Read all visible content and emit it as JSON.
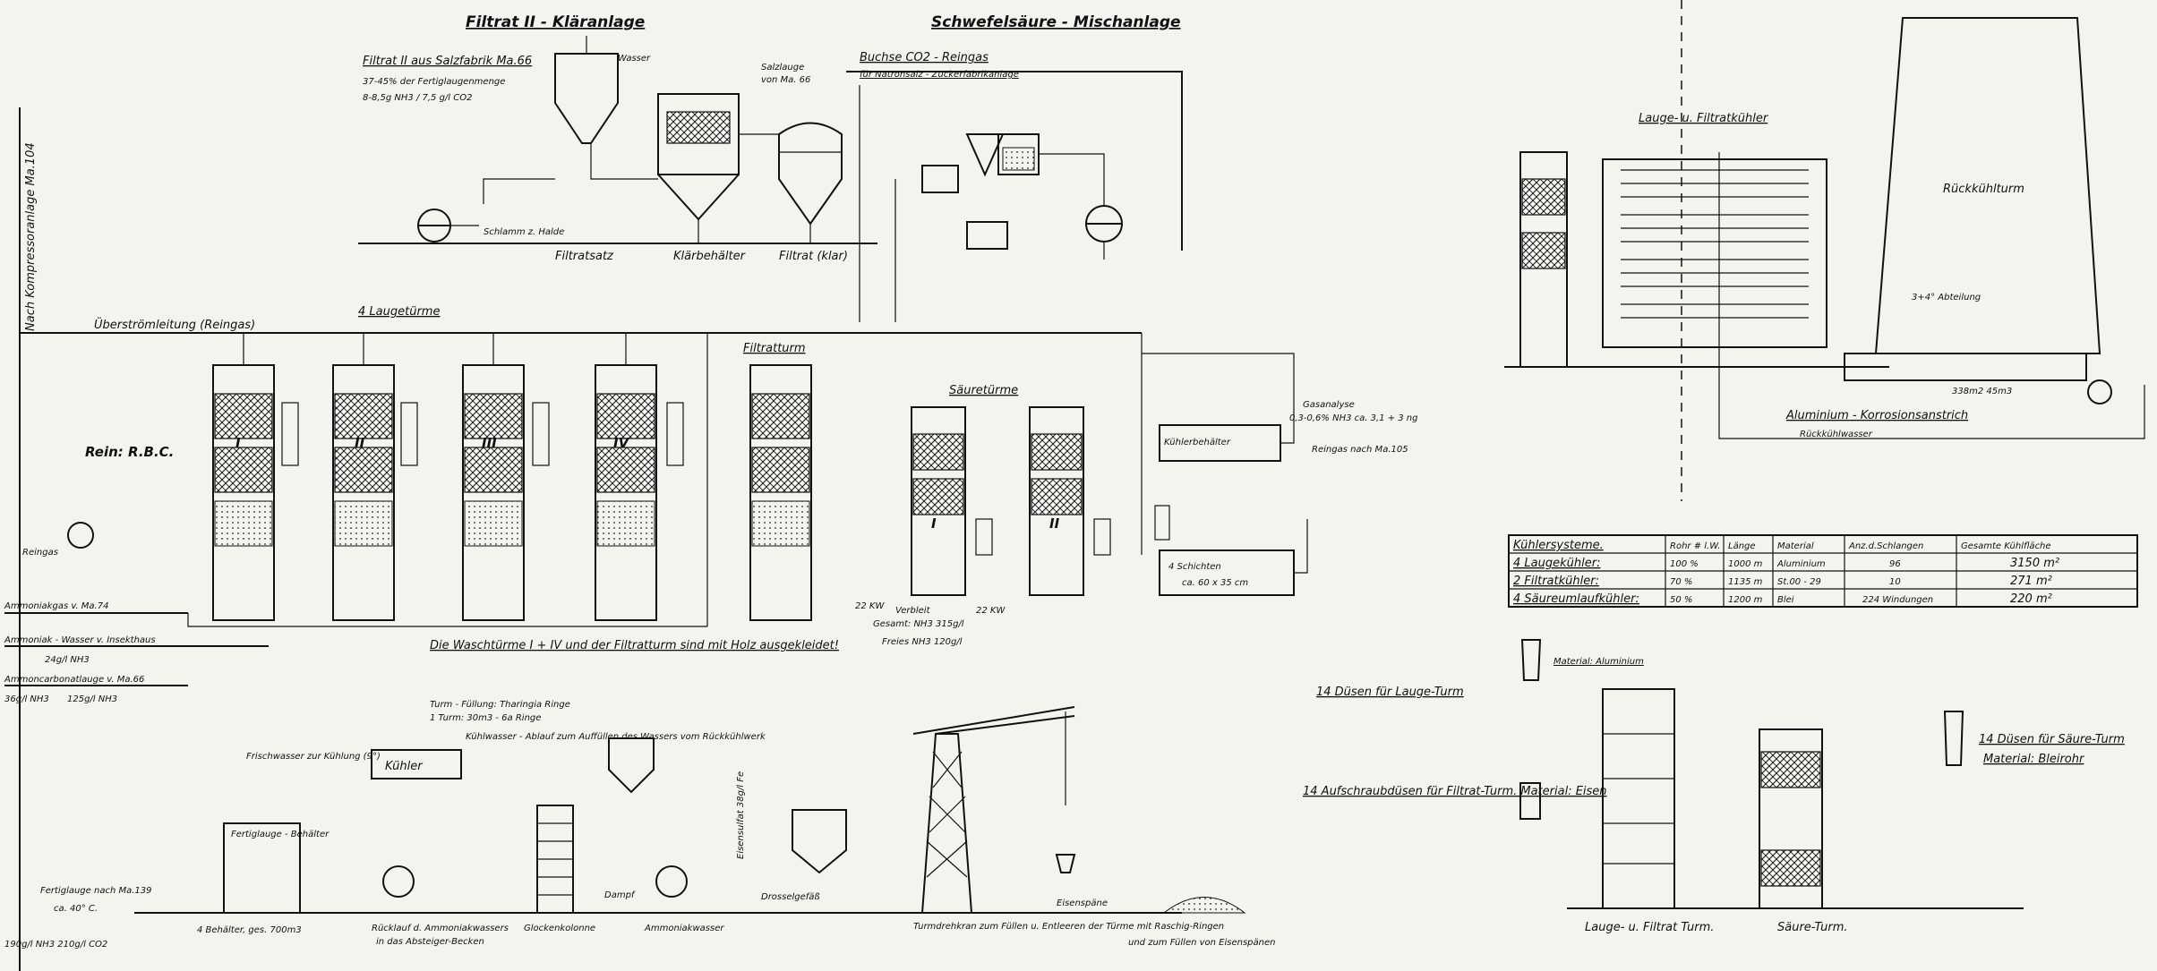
{
  "titles": {
    "filtrat": "Filtrat II - Kläranlage",
    "schwefel": "Schwefelsäure - Mischanlage",
    "lauge_kuehler": "Lauge- u. Filtratkühler",
    "ueberstroem": "Überströmleitung (Reingas)",
    "laugetuerme": "4 Laugetürme",
    "filtratturm": "Filtratturm",
    "saeuretuerme": "Säuretürme",
    "rueckkuehlturm": "Rückkühlturm"
  },
  "labels": {
    "filtrat_sub": "Filtrat II aus Salzfabrik Ma.66",
    "filtrat_pct": "37-45% der Fertiglaugenmenge",
    "filtrat_comp": "8-8,5g NH3  /  7,5 g/l CO2",
    "wasser": "Wasser",
    "schlamm": "Schlamm z. Halde",
    "filtratsatz": "Filtratsatz",
    "klaerbehaelter": "Klärbehälter",
    "filtrat_klar": "Filtrat (klar)",
    "salzlauge": "Salzlauge",
    "salzlauge_from": "von Ma. 66",
    "buechse": "Buchse CO2 - Reingas",
    "buechse2": "für Natronsalz - Zuckerfabrikanlage",
    "reingas_nach": "Reingas nach Ma.105",
    "nach_kompr": "Nach Kompressoranlage Ma.104",
    "reinigas": "Rein: R.B.C.",
    "reingas": "Reingas",
    "ammoniakgas": "Ammoniakgas v. Ma.74",
    "ammoniak_wasser": "Ammoniak - Wasser v. Insekthaus",
    "ammon_carb": "Ammoncarbonatlauge v. Ma.66",
    "nh3_1": "24g/l NH3",
    "nh3_2": "36g/l NH3",
    "nh3_3": "125g/l NH3",
    "fertiglauge": "Fertiglauge nach Ma.139",
    "temp_40": "ca. 40° C.",
    "fl_comp": "190g/l NH3  210g/l CO2",
    "behaelter": "4 Behälter, ges. 700m3",
    "ruecklauf": "Rücklauf d. Ammoniakwassers",
    "absteiger": "in das Absteiger-Becken",
    "glockenkolonne": "Glockenkolonne",
    "fertiglauge_beh": "Fertiglauge - Behälter",
    "frischwasser": "Frischwasser zur Kühlung (9°)",
    "kuehler": "Kühler",
    "kuehlwasser": "Kühlwasser - Ablauf zum Auffüllen des Wassers vom Rückkühlwerk",
    "ammoniakwasser": "Ammoniakwasser",
    "drosselgefaess": "Drosselgefäß",
    "eisensulfat": "Eisensulfat 38g/l Fe",
    "damf": "Dampf",
    "waschtuerme": "Die Waschtürme I + IV und der Filtratturm sind mit Holz ausgekleidet!",
    "turmfuellung": "Turm - Füllung: Tharingia Ringe",
    "turmfuellung2": "1 Turm: 30m3 - 6a Ringe",
    "gasanalyse": "Gasanalyse",
    "gas_vals": "0,3-0,6% NH3  ca. 3,1 + 3 ng",
    "kuehlerbeh": "Kühlerbehälter",
    "schichten": "4 Schichten",
    "schichten2": "ca. 60 x 35 cm",
    "verbleit": "Verbleit",
    "gesamt": "Gesamt: NH3 315g/l",
    "freies": "Freies NH3 120g/l",
    "kw_22a": "22 KW",
    "kw_22b": "22 KW",
    "turmdrehkran": "Turmdrehkran zum Füllen u. Entleeren der Türme mit Raschig-Ringen",
    "turmdrehkran2": "und zum Füllen von Eisenspänen",
    "eisenspaene": "Eisenspäne",
    "rueckkuehl_area": "338m2  45m3",
    "alu_anstrich": "Aluminium - Korrosionsanstrich",
    "rueckkuehlwasser": "Rückkühlwasser",
    "abteilung": "3+4° Abteilung",
    "duesen_lauge": "14 Düsen für Lauge-Turm",
    "material_alu": "Material: Aluminium",
    "aufschraub": "14 Aufschraubdüsen für Filtrat-Turm.  Material: Eisen",
    "duesen_saeure": "14 Düsen für Säure-Turm",
    "material_blei": "Material: Bleirohr",
    "lauge_filtrat_turm": "Lauge- u. Filtrat Turm.",
    "saeure_turm": "Säure-Turm."
  },
  "towers": [
    "I",
    "II",
    "III",
    "IV"
  ],
  "acid_towers": [
    "I",
    "II"
  ],
  "table": {
    "headers": [
      "Kühlersysteme.",
      "Rohr # l.W.",
      "Länge",
      "Material",
      "Anz.d.Schlangen",
      "Gesamte Kühlfläche"
    ],
    "rows": [
      [
        "4 Laugekühler:",
        "100 %",
        "1000 m",
        "Aluminium",
        "96",
        "3150 m²"
      ],
      [
        "2 Filtratkühler:",
        "70 %",
        "1135 m",
        "St.00 - 29",
        "10",
        "271 m²"
      ],
      [
        "4 Säureumlaufkühler:",
        "50 %",
        "1200 m",
        "Blei",
        "224 Windungen",
        "220 m²"
      ]
    ]
  }
}
